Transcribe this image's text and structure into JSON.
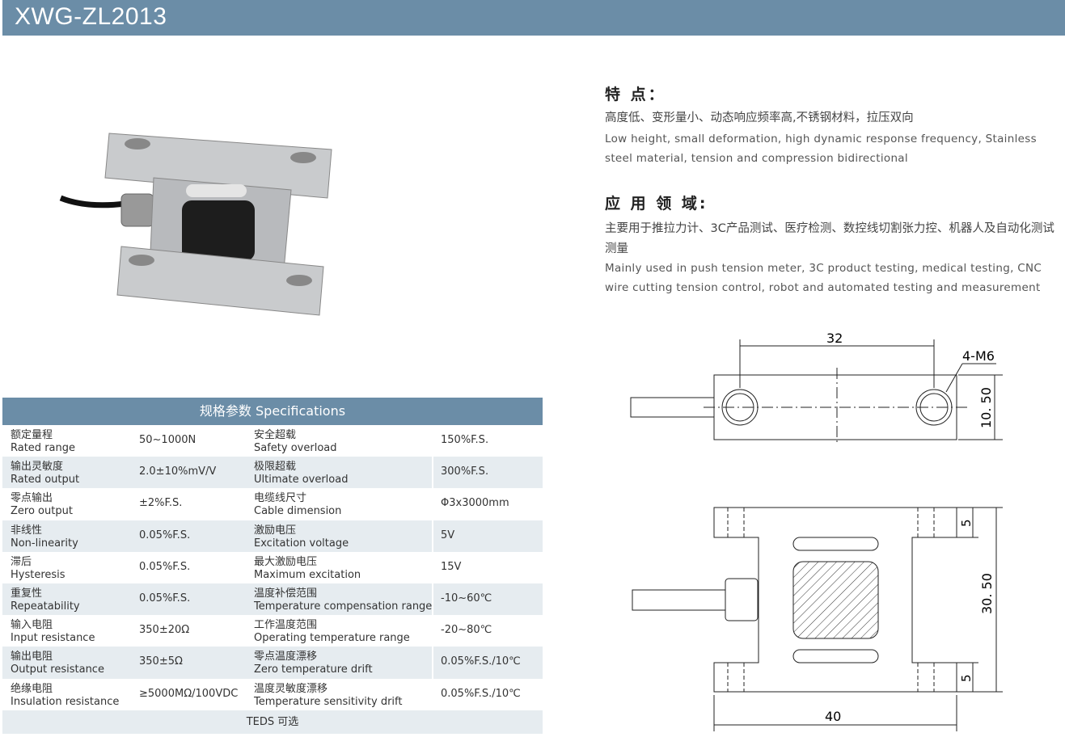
{
  "header": {
    "title": "XWG-ZL2013"
  },
  "features": {
    "heading": "特 点：",
    "zh": "高度低、变形量小、动态响应频率高,不锈钢材料，拉压双向",
    "en": "Low height, small deformation, high dynamic response frequency, Stainless steel material, tension and compression bidirectional"
  },
  "applications": {
    "heading": "应 用 领 域:",
    "zh": "主要用于推拉力计、3C产品测试、医疗检测、数控线切割张力控、机器人及自动化测试测量",
    "en": "Mainly used in push tension meter, 3C product testing, medical testing, CNC wire cutting tension control, robot and automated testing and measurement"
  },
  "specs": {
    "title": "规格参数  Specifications",
    "rows": [
      {
        "zh1": "额定量程",
        "en1": "Rated range",
        "v1": "50~1000N",
        "zh2": "安全超载",
        "en2": "Safety overload",
        "v2": "150%F.S."
      },
      {
        "zh1": "输出灵敏度",
        "en1": "Rated output",
        "v1": "2.0±10%mV/V",
        "zh2": "极限超载",
        "en2": "Ultimate overload",
        "v2": "300%F.S."
      },
      {
        "zh1": "零点输出",
        "en1": "Zero output",
        "v1": "±2%F.S.",
        "zh2": "电缆线尺寸",
        "en2": "Cable dimension",
        "v2": "Φ3x3000mm"
      },
      {
        "zh1": "非线性",
        "en1": "Non-linearity",
        "v1": "0.05%F.S.",
        "zh2": "激励电压",
        "en2": "Excitation voltage",
        "v2": "5V"
      },
      {
        "zh1": "滞后",
        "en1": "Hysteresis",
        "v1": "0.05%F.S.",
        "zh2": "最大激励电压",
        "en2": "Maximum excitation",
        "v2": "15V"
      },
      {
        "zh1": "重复性",
        "en1": "Repeatability",
        "v1": "0.05%F.S.",
        "zh2": "温度补偿范围",
        "en2": "Temperature compensation range",
        "v2": "-10~60℃"
      },
      {
        "zh1": "输入电阻",
        "en1": "Input resistance",
        "v1": "350±20Ω",
        "zh2": "工作温度范围",
        "en2": "Operating temperature range",
        "v2": "-20~80℃"
      },
      {
        "zh1": "输出电阻",
        "en1": "Output resistance",
        "v1": "350±5Ω",
        "zh2": "零点温度漂移",
        "en2": "Zero temperature drift",
        "v2": "0.05%F.S./10℃"
      },
      {
        "zh1": "绝缘电阻",
        "en1": "Insulation resistance",
        "v1": "≥5000MΩ/100VDC",
        "zh2": "温度灵敏度漂移",
        "en2": "Temperature sensitivity drift",
        "v2": "0.05%F.S./10℃"
      }
    ],
    "footer": "TEDS 可选"
  },
  "drawing": {
    "dim_top_width": "32",
    "thread": "4-M6",
    "dim_top_height": "10. 50",
    "dim_side_height": "30. 50",
    "dim_side_width": "40",
    "dim_flange_top": "5",
    "dim_flange_bottom": "5"
  }
}
